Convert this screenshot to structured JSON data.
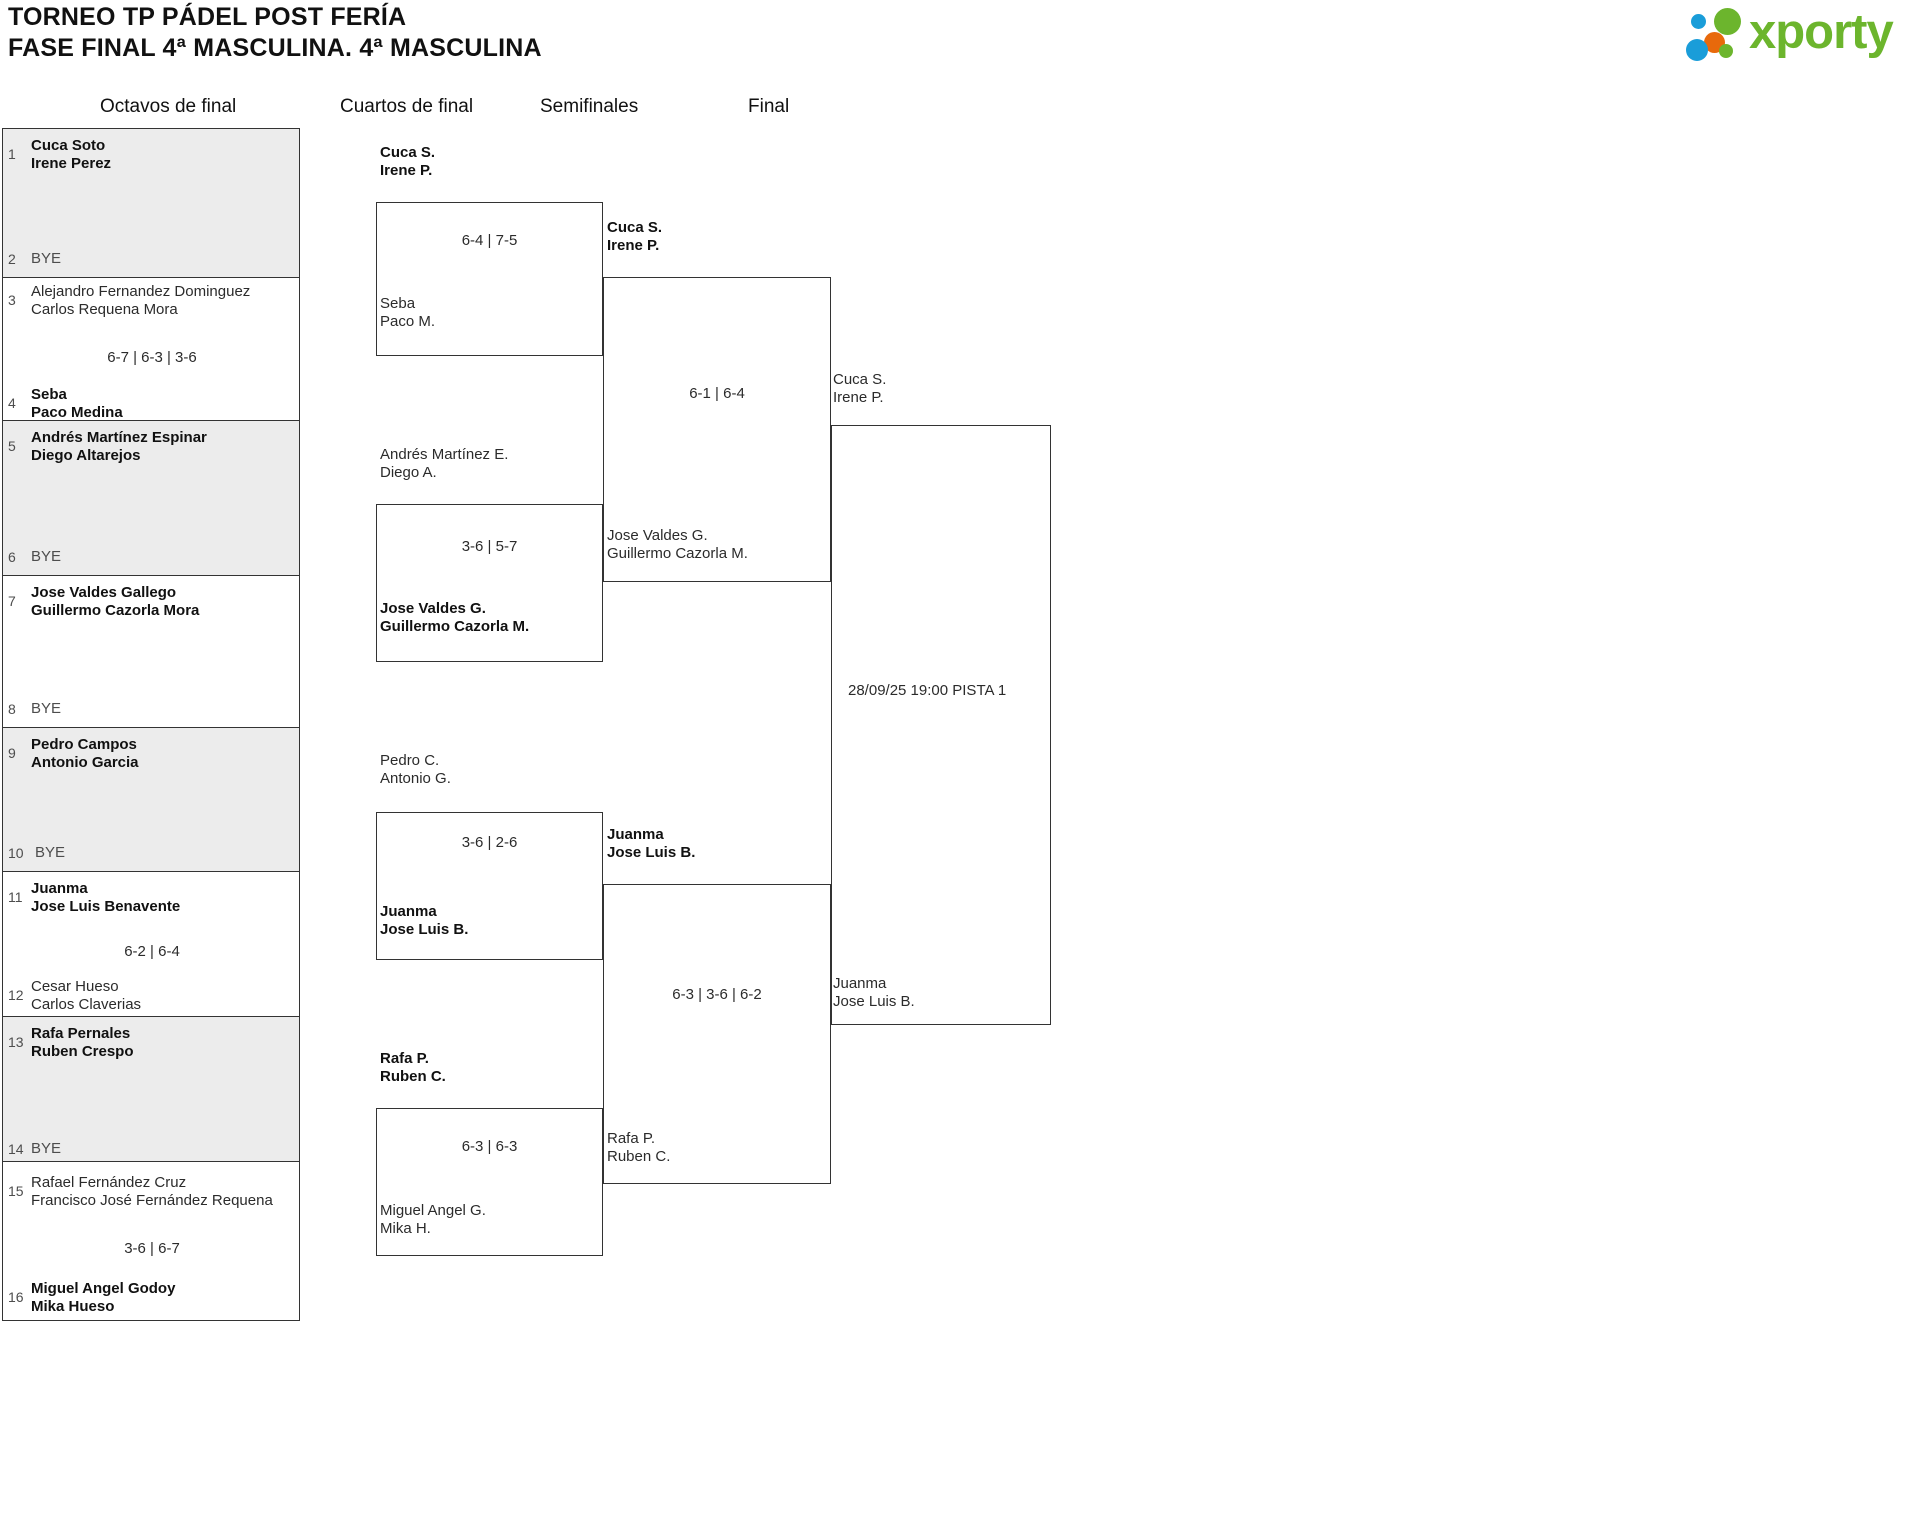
{
  "header": {
    "title_line_1": "TORNEO TP PÁDEL POST FERÍA",
    "title_line_2": "FASE FINAL 4ª MASCULINA. 4ª MASCULINA",
    "logo_text": "xporty",
    "colors": {
      "logo_green": "#6cb52d",
      "logo_blue": "#1a9dd9",
      "logo_orange": "#e8690b",
      "shaded_row": "#ececec",
      "line": "#333333"
    }
  },
  "rounds": [
    {
      "label": "Octavos de final"
    },
    {
      "label": "Cuartos de final"
    },
    {
      "label": "Semifinales"
    },
    {
      "label": "Final"
    }
  ],
  "round1": {
    "slots": [
      {
        "seed": "1",
        "line1": "Cuca Soto",
        "line2": "Irene Perez",
        "winner": true
      },
      {
        "seed": "2",
        "line1": "BYE",
        "line2": "",
        "winner": false
      },
      {
        "seed": "3",
        "line1": "Alejandro Fernandez Dominguez",
        "line2": "Carlos Requena Mora",
        "winner": false
      },
      {
        "seed": "4",
        "line1": "Seba",
        "line2": "Paco Medina",
        "winner": true
      },
      {
        "seed": "5",
        "line1": "Andrés Martínez Espinar",
        "line2": "Diego Altarejos",
        "winner": true
      },
      {
        "seed": "6",
        "line1": "BYE",
        "line2": "",
        "winner": false
      },
      {
        "seed": "7",
        "line1": "Jose Valdes Gallego",
        "line2": "Guillermo Cazorla Mora",
        "winner": true
      },
      {
        "seed": "8",
        "line1": "BYE",
        "line2": "",
        "winner": false
      },
      {
        "seed": "9",
        "line1": "Pedro Campos",
        "line2": "Antonio Garcia",
        "winner": true
      },
      {
        "seed": "10",
        "line1": "BYE",
        "line2": "",
        "winner": false
      },
      {
        "seed": "11",
        "line1": "Juanma",
        "line2": "Jose Luis Benavente",
        "winner": true
      },
      {
        "seed": "12",
        "line1": "Cesar Hueso",
        "line2": "Carlos Claverias",
        "winner": false
      },
      {
        "seed": "13",
        "line1": "Rafa Pernales",
        "line2": "Ruben Crespo",
        "winner": true
      },
      {
        "seed": "14",
        "line1": "BYE",
        "line2": "",
        "winner": false
      },
      {
        "seed": "15",
        "line1": "Rafael Fernández Cruz",
        "line2": "Francisco José Fernández Requena",
        "winner": false
      },
      {
        "seed": "16",
        "line1": "Miguel Angel Godoy",
        "line2": "Mika Hueso",
        "winner": true
      }
    ],
    "scores": [
      "",
      "6-7 | 6-3 | 3-6",
      "",
      "",
      "",
      "6-2 | 6-4",
      "",
      "3-6 | 6-7"
    ]
  },
  "round2": {
    "matches": [
      {
        "top_l1": "Cuca S.",
        "top_l2": "Irene P.",
        "top_win": true,
        "bot_l1": "Seba",
        "bot_l2": "Paco M.",
        "bot_win": false,
        "score": "6-4 | 7-5"
      },
      {
        "top_l1": "Andrés Martínez E.",
        "top_l2": "Diego A.",
        "top_win": false,
        "bot_l1": "Jose Valdes G.",
        "bot_l2": "Guillermo Cazorla M.",
        "bot_win": true,
        "score": "3-6 | 5-7"
      },
      {
        "top_l1": "Pedro C.",
        "top_l2": "Antonio G.",
        "top_win": false,
        "bot_l1": "Juanma",
        "bot_l2": "Jose Luis B.",
        "bot_win": true,
        "score": "3-6 | 2-6"
      },
      {
        "top_l1": "Rafa P.",
        "top_l2": "Ruben C.",
        "top_win": true,
        "bot_l1": "Miguel Angel G.",
        "bot_l2": "Mika H.",
        "bot_win": false,
        "score": "6-3 | 6-3"
      }
    ]
  },
  "round3": {
    "matches": [
      {
        "top_l1": "Cuca S.",
        "top_l2": "Irene P.",
        "top_win": true,
        "bot_l1": "Jose Valdes G.",
        "bot_l2": "Guillermo Cazorla M.",
        "bot_win": false,
        "score": "6-1 | 6-4"
      },
      {
        "top_l1": "Juanma",
        "top_l2": "Jose Luis B.",
        "top_win": true,
        "bot_l1": "Rafa P.",
        "bot_l2": "Ruben C.",
        "bot_win": false,
        "score": "6-3 | 3-6 | 6-2"
      }
    ]
  },
  "round4": {
    "match": {
      "top_l1": "Cuca S.",
      "top_l2": "Irene P.",
      "top_win": false,
      "bot_l1": "Juanma",
      "bot_l2": "Jose Luis B.",
      "bot_win": false,
      "info": "28/09/25 19:00 PISTA 1"
    }
  }
}
